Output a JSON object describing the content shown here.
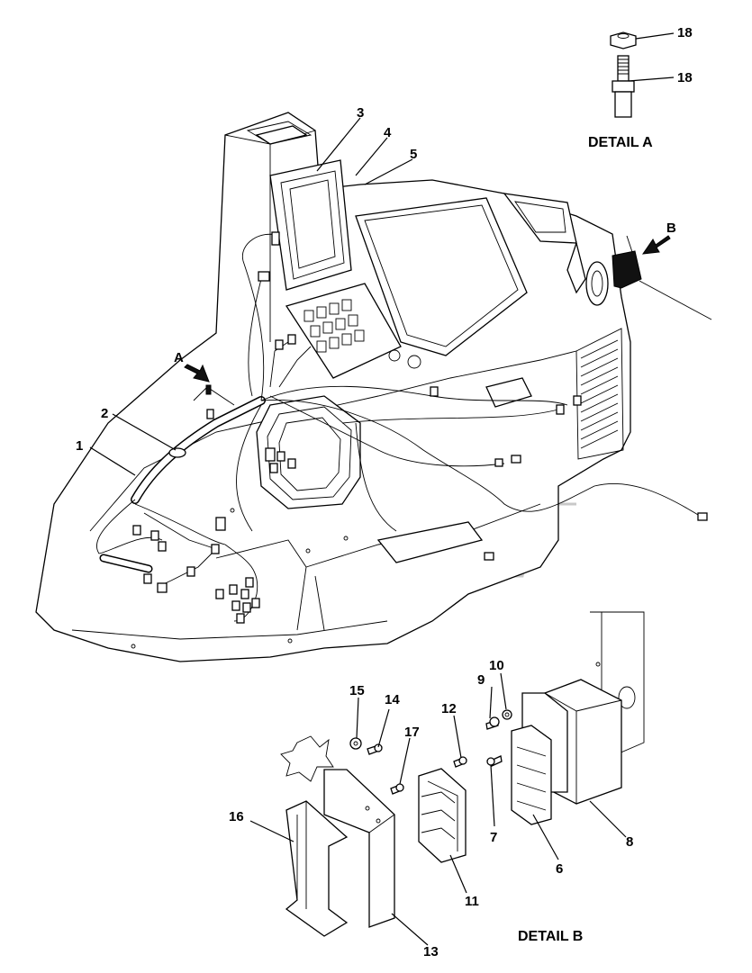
{
  "callouts": [
    "1",
    "2",
    "3",
    "4",
    "5",
    "6",
    "7",
    "8",
    "9",
    "10",
    "11",
    "12",
    "13",
    "14",
    "15",
    "16",
    "17",
    "18"
  ],
  "view_markers": {
    "a": "A",
    "b": "B"
  },
  "captions": {
    "detail_a": "DETAIL A",
    "detail_b": "DETAIL B"
  }
}
